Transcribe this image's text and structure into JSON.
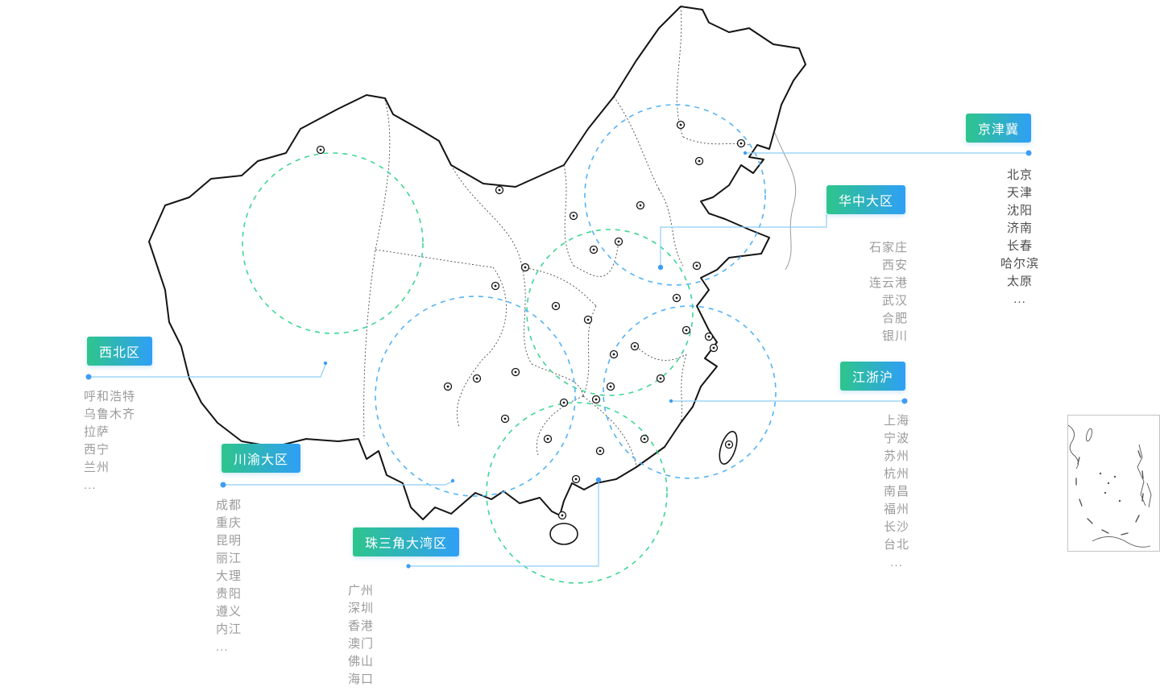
{
  "colors": {
    "button_gradient_start": "#2ec58b",
    "button_gradient_end": "#2f9ff6",
    "circle_green": "#3fd694",
    "circle_blue": "#54b3f7",
    "leader_line": "#8ecdf8",
    "leader_dot": "#3f9df5",
    "map_stroke": "#141414",
    "city_text": "#9b9b9b",
    "city_text_dark": "#4d4d4d"
  },
  "regions": [
    {
      "label": "京津冀",
      "cities": [
        "北京",
        "天津",
        "沈阳",
        "济南",
        "长春",
        "哈尔滨",
        "太原",
        "..."
      ]
    },
    {
      "label": "华中大区",
      "cities": [
        "石家庄",
        "西安",
        "连云港",
        "武汉",
        "合肥",
        "银川"
      ]
    },
    {
      "label": "西北区",
      "cities": [
        "呼和浩特",
        "乌鲁木齐",
        "拉萨",
        "西宁",
        "兰州",
        "..."
      ]
    },
    {
      "label": "江浙沪",
      "cities": [
        "上海",
        "宁波",
        "苏州",
        "杭州",
        "南昌",
        "福州",
        "长沙",
        "台北",
        "..."
      ]
    },
    {
      "label": "川渝大区",
      "cities": [
        "成都",
        "重庆",
        "昆明",
        "丽江",
        "大理",
        "贵阳",
        "遵义",
        "内江",
        "..."
      ]
    },
    {
      "label": "珠三角大湾区",
      "cities": [
        "广州",
        "深圳",
        "香港",
        "澳门",
        "佛山",
        "海口",
        "..."
      ]
    }
  ]
}
